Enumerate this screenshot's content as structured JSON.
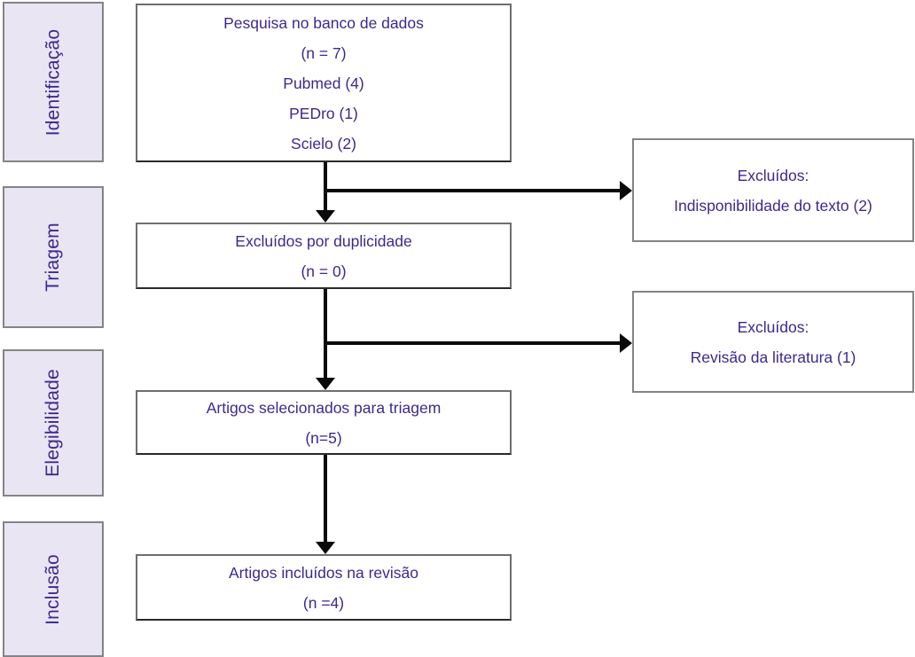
{
  "diagram_title": "PRISMA flow diagram (Portuguese)",
  "colors": {
    "text_purple": "#3b2a8f",
    "stage_fill": "#e9e5f2",
    "stage_border": "#848484",
    "box_border": "#6e6e6e",
    "arrow": "#0a0a0a",
    "background": "#ffffff"
  },
  "stages": {
    "identification": "Identificação",
    "screening": "Triagem",
    "eligibility": "Elegibilidade",
    "inclusion": "Inclusão"
  },
  "flow": {
    "database_search": {
      "lines": [
        "Pesquisa no banco de dados",
        "(n = 7)",
        "Pubmed (4)",
        "PEDro (1)",
        "Scielo (2)"
      ]
    },
    "duplicates_excluded": {
      "lines": [
        "Excluídos por duplicidade",
        "(n = 0)"
      ]
    },
    "selected_for_screening": {
      "lines": [
        "Artigos selecionados para triagem",
        "(n=5)"
      ]
    },
    "included_in_review": {
      "lines": [
        "Artigos incluídos na revisão",
        "(n =4)"
      ]
    }
  },
  "exclusions": {
    "text_unavailable": {
      "lines": [
        "Excluídos:",
        "Indisponibilidade do texto (2)"
      ]
    },
    "literature_review": {
      "lines": [
        "Excluídos:",
        "Revisão da literatura (1)"
      ]
    }
  }
}
